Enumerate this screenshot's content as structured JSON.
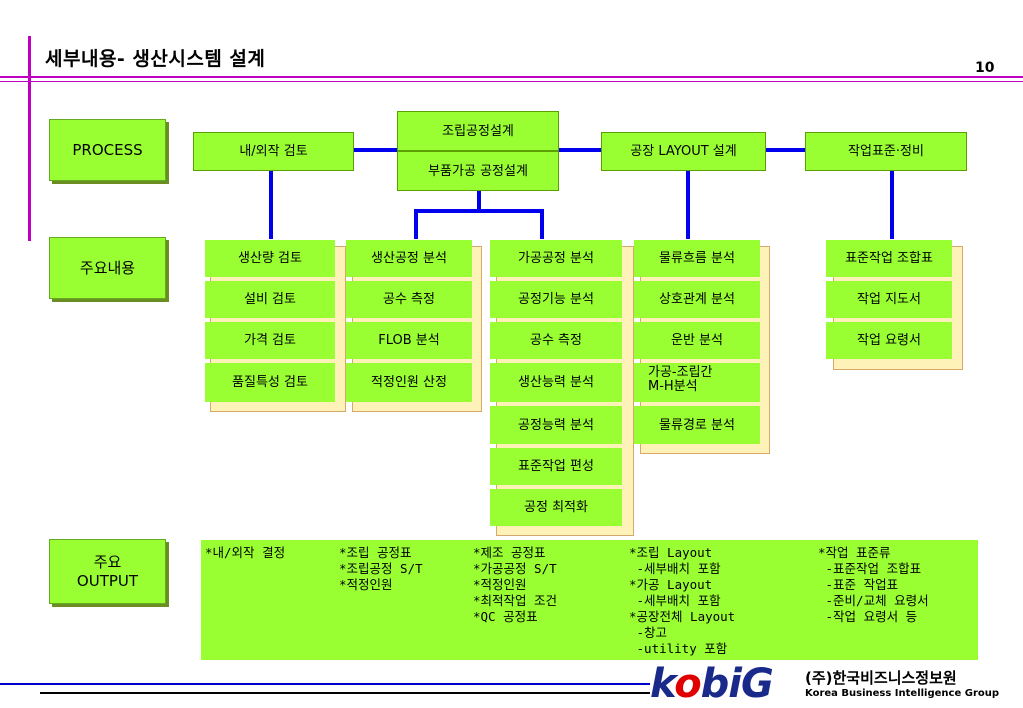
{
  "title": "세부내용- 생산시스템 설계",
  "page_number": "10",
  "labels": {
    "process": "PROCESS",
    "main_content": "주요내용",
    "output_line1": "주요",
    "output_line2": "OUTPUT"
  },
  "process": {
    "make_or_buy": "내/외작 검토",
    "assembly_design": "조립공정설계",
    "parts_design": "부품가공 공정설계",
    "layout_design": "공장 LAYOUT 설계",
    "standard_work": "작업표준·정비"
  },
  "content": {
    "col1": [
      "생산량 검토",
      "설비 검토",
      "가격 검토",
      "품질특성 검토"
    ],
    "col2": [
      "생산공정 분석",
      "공수 측정",
      "FLOB 분석",
      "적정인원 산정"
    ],
    "col3": [
      "가공공정 분석",
      "공정기능 분석",
      "공수 측정",
      "생산능력 분석",
      "공정능력 분석",
      "표준작업 편성",
      "공정 최적화"
    ],
    "col4": [
      "물류흐름 분석",
      "상호관계 분석",
      "운반 분석",
      "가공-조립간",
      "M-H분석",
      "물류경로 분석"
    ],
    "col5": [
      "표준작업 조합표",
      "작업 지도서",
      "작업 요령서"
    ]
  },
  "output": {
    "col1": [
      "*내/외작 결정"
    ],
    "col2": [
      "*조립 공정표",
      "*조립공정 S/T",
      "*적정인원"
    ],
    "col3": [
      "*제조 공정표",
      "*가공공정 S/T",
      "*적정인원",
      "*최적작업 조건",
      "*QC 공정표"
    ],
    "col4": [
      "*조립 Layout",
      " -세부배치 포함",
      "*가공 Layout",
      " -세부배치 포함",
      "*공장전체 Layout",
      " -창고",
      " -utility 포함"
    ],
    "col5": [
      "*작업 표준류",
      " -표준작업 조합표",
      " -표준 작업표",
      " -준비/교체 요령서",
      " -작업 요령서 등"
    ]
  },
  "footer": {
    "logo_k": "k",
    "logo_o": "o",
    "logo_rest": "biG",
    "company_kr": "(주)한국비즈니스정보원",
    "company_en": "Korea Business Intelligence Group"
  },
  "colors": {
    "box_green": "#99ff33",
    "connector_blue": "#0000ee",
    "accent_magenta": "#c000c0",
    "card_back": "#fff2b8"
  }
}
